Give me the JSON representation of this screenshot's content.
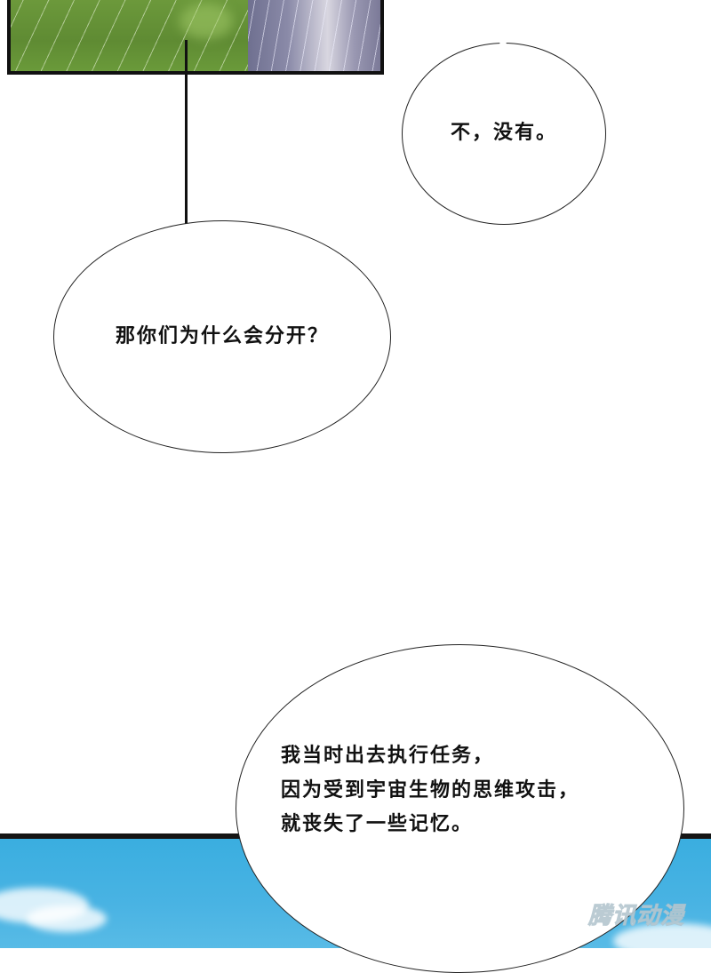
{
  "page": {
    "type": "comic-page",
    "background": "#ffffff"
  },
  "panels": [
    {
      "id": "top",
      "scene": "grass-and-cloak",
      "colors": {
        "grass": "#6d9a3c",
        "cloak": "#8a8aa8",
        "border": "#111111"
      }
    },
    {
      "id": "bottom",
      "scene": "blue-sky",
      "colors": {
        "sky": "#3aaee0",
        "border": "#151515"
      }
    }
  ],
  "bubbles": [
    {
      "id": "bubble-1",
      "lines": [
        "不，没有。"
      ]
    },
    {
      "id": "bubble-2",
      "lines": [
        "那你们为什么会分开？"
      ]
    },
    {
      "id": "bubble-3",
      "lines": [
        "我当时出去执行任务，",
        "因为受到宇宙生物的思维攻击，",
        "就丧失了一些记忆。"
      ]
    }
  ],
  "watermark": {
    "text": "腾讯动漫"
  }
}
